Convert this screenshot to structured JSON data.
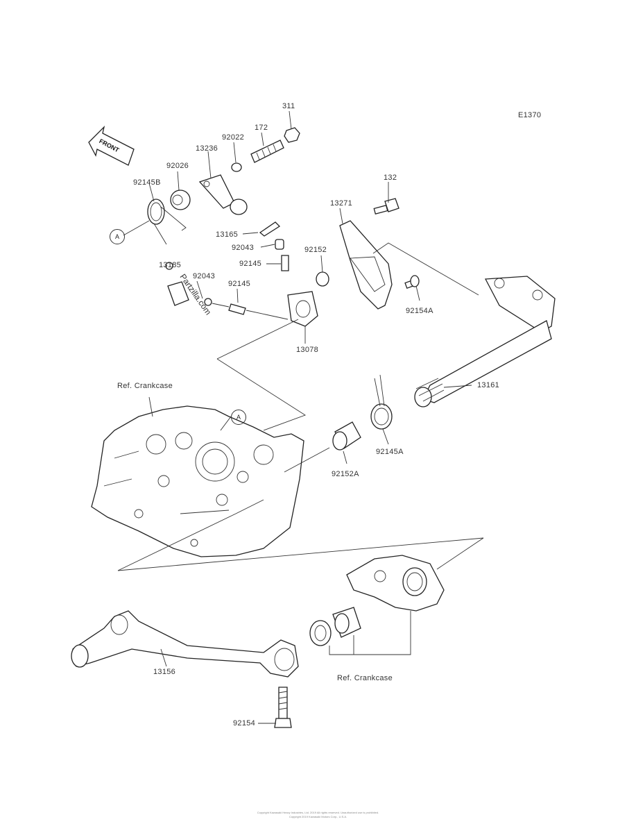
{
  "diagram_code": "E1370",
  "front_tag": "FRONT",
  "ref_a": "A",
  "ref_crankcase_label": "Ref. Crankcase",
  "watermark": "Partzilla.com",
  "footer_line1": "Copyright Kawasaki Heavy Industries, Ltd. 2019 All rights reserved. Unauthorized use is prohibited.",
  "footer_line2": "Copyright 2019 Kawasaki Motors Corp., U.S.A.",
  "parts": {
    "p311": "311",
    "p172": "172",
    "p92022": "92022",
    "p13236": "13236",
    "p92026": "92026",
    "p92145B": "92145B",
    "p132": "132",
    "p13271": "13271",
    "p13165": "13165",
    "p92043_a": "92043",
    "p92152": "92152",
    "p92145_a": "92145",
    "p13185": "13185",
    "p92043_b": "92043",
    "p92145_b": "92145",
    "p92154A": "92154A",
    "p13078": "13078",
    "p13161": "13161",
    "p92145A": "92145A",
    "p92152A": "92152A",
    "p13156": "13156",
    "p92154": "92154"
  }
}
